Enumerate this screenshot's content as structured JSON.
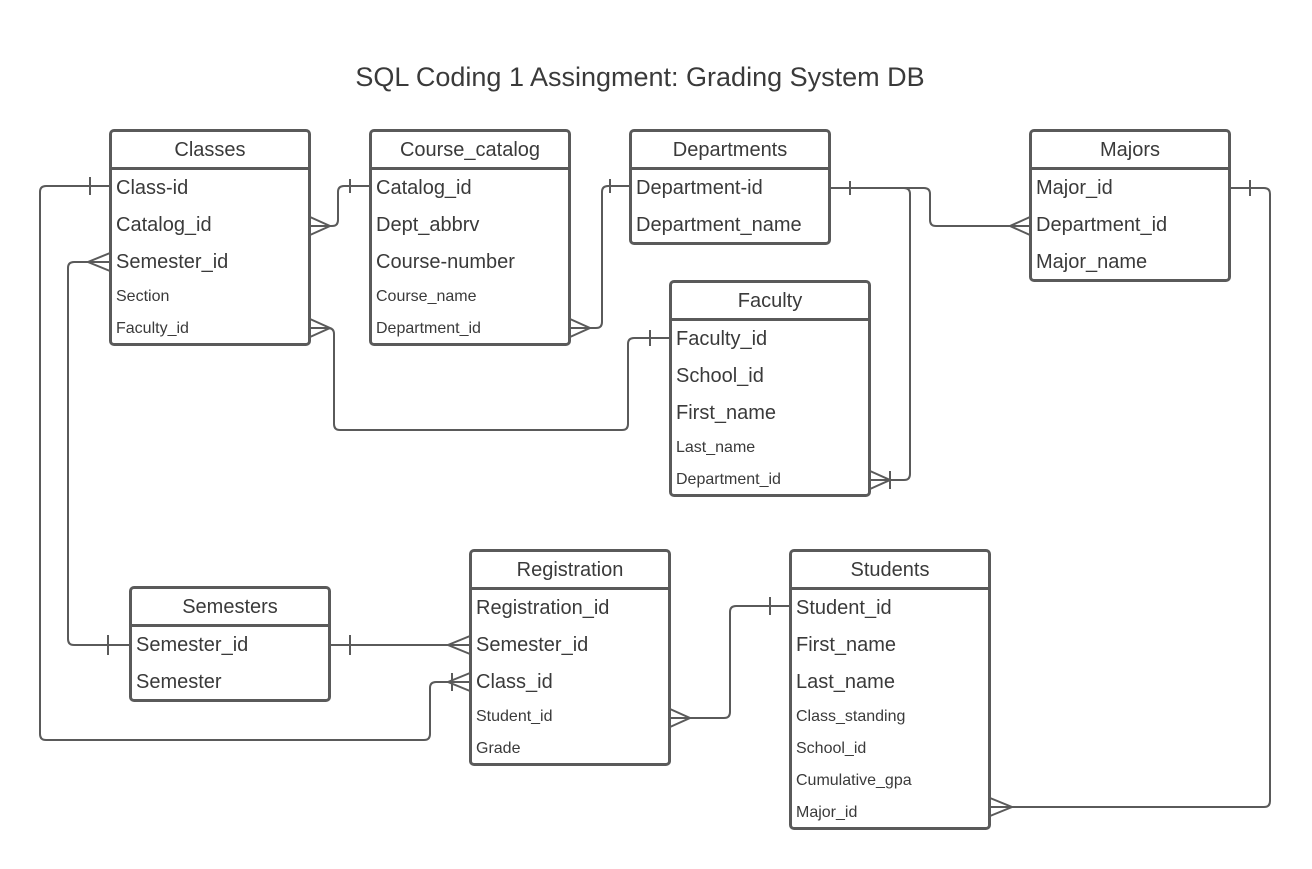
{
  "title": "SQL Coding 1 Assingment: Grading System DB",
  "colors": {
    "stroke": "#5a5a5a",
    "text": "#3a3a3a",
    "background": "#ffffff"
  },
  "entities": {
    "classes": {
      "name": "Classes",
      "fields": [
        "Class-id",
        "Catalog_id",
        "Semester_id",
        "Section",
        "Faculty_id"
      ]
    },
    "course_catalog": {
      "name": "Course_catalog",
      "fields": [
        "Catalog_id",
        "Dept_abbrv",
        "Course-number",
        "Course_name",
        "Department_id"
      ]
    },
    "departments": {
      "name": "Departments",
      "fields": [
        "Department-id",
        "Department_name"
      ]
    },
    "majors": {
      "name": "Majors",
      "fields": [
        "Major_id",
        "Department_id",
        "Major_name"
      ]
    },
    "faculty": {
      "name": "Faculty",
      "fields": [
        "Faculty_id",
        "School_id",
        "First_name",
        "Last_name",
        "Department_id"
      ]
    },
    "semesters": {
      "name": "Semesters",
      "fields": [
        "Semester_id",
        "Semester"
      ]
    },
    "registration": {
      "name": "Registration",
      "fields": [
        "Registration_id",
        "Semester_id",
        "Class_id",
        "Student_id",
        "Grade"
      ]
    },
    "students": {
      "name": "Students",
      "fields": [
        "Student_id",
        "First_name",
        "Last_name",
        "Class_standing",
        "School_id",
        "Cumulative_gpa",
        "Major_id"
      ]
    }
  },
  "relationships": [
    {
      "from": "course_catalog.Catalog_id",
      "to": "classes.Catalog_id",
      "cardinality": "one-to-many"
    },
    {
      "from": "departments.Department-id",
      "to": "course_catalog.Department_id",
      "cardinality": "one-to-many"
    },
    {
      "from": "departments.Department-id",
      "to": "majors.Department_id",
      "cardinality": "one-to-many"
    },
    {
      "from": "departments.Department-id",
      "to": "faculty.Department_id",
      "cardinality": "one-to-one-or-many"
    },
    {
      "from": "faculty.Faculty_id",
      "to": "classes.Faculty_id",
      "cardinality": "one-to-many"
    },
    {
      "from": "semesters.Semester_id",
      "to": "classes.Semester_id",
      "cardinality": "one-to-many"
    },
    {
      "from": "semesters.Semester_id",
      "to": "registration.Semester_id",
      "cardinality": "one-to-many"
    },
    {
      "from": "classes.Class-id",
      "to": "registration.Class_id",
      "cardinality": "one-to-one-or-many"
    },
    {
      "from": "students.Student_id",
      "to": "registration.Student_id",
      "cardinality": "one-to-many"
    },
    {
      "from": "majors.Major_id",
      "to": "students.Major_id",
      "cardinality": "one-to-many"
    }
  ]
}
